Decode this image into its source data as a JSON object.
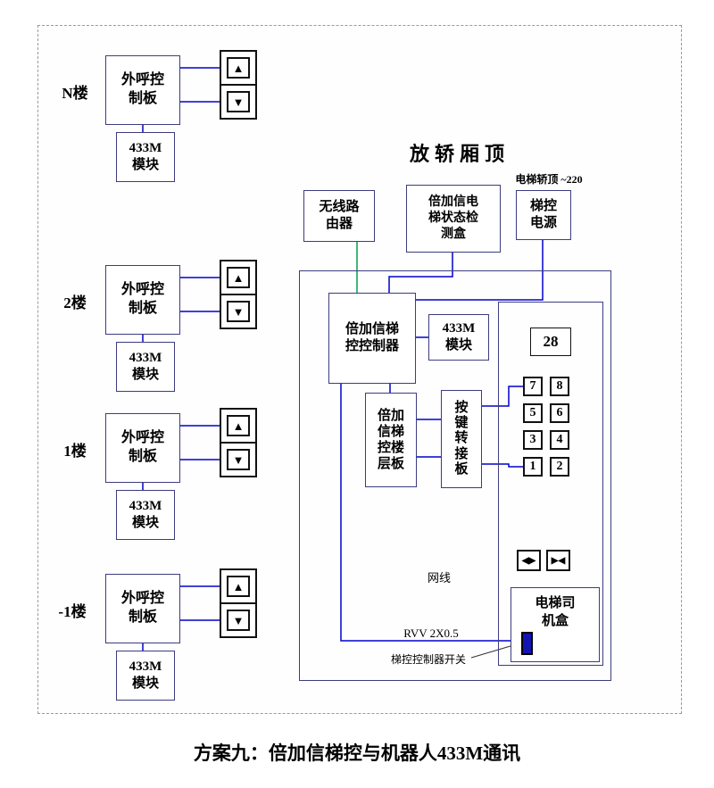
{
  "caption": "方案九：倍加信梯控与机器人433M通讯",
  "icons": {
    "up": "▲",
    "down": "▼"
  },
  "floors": [
    {
      "label": "N楼",
      "board": "外呼控\n制板",
      "module": "433M\n模块"
    },
    {
      "label": "2楼",
      "board": "外呼控\n制板",
      "module": "433M\n模块"
    },
    {
      "label": "1楼",
      "board": "外呼控\n制板",
      "module": "433M\n模块"
    },
    {
      "label": "-1楼",
      "board": "外呼控\n制板",
      "module": "433M\n模块"
    }
  ],
  "car_top": {
    "title": "放轿厢顶",
    "power_note": "电梯轿顶 ~220",
    "router": "无线路\n由器",
    "detector": "倍加信电\n梯状态检\n测盒",
    "power": "梯控\n电源",
    "controller": "倍加信梯\n控控制器",
    "module": "433M\n模块",
    "floor_board": "倍加\n信梯\n控楼\n层板",
    "key_adapter": "按\n键\n转\n接\n板",
    "display": "28",
    "buttons": [
      "7",
      "8",
      "5",
      "6",
      "3",
      "4",
      "1",
      "2"
    ],
    "door_open": "◀▶",
    "door_close": "▶◀",
    "driver_box": "电梯司\n机盒",
    "net_label": "网线",
    "rvv_label": "RVV 2X0.5",
    "switch_label": "梯控控制器开关"
  }
}
